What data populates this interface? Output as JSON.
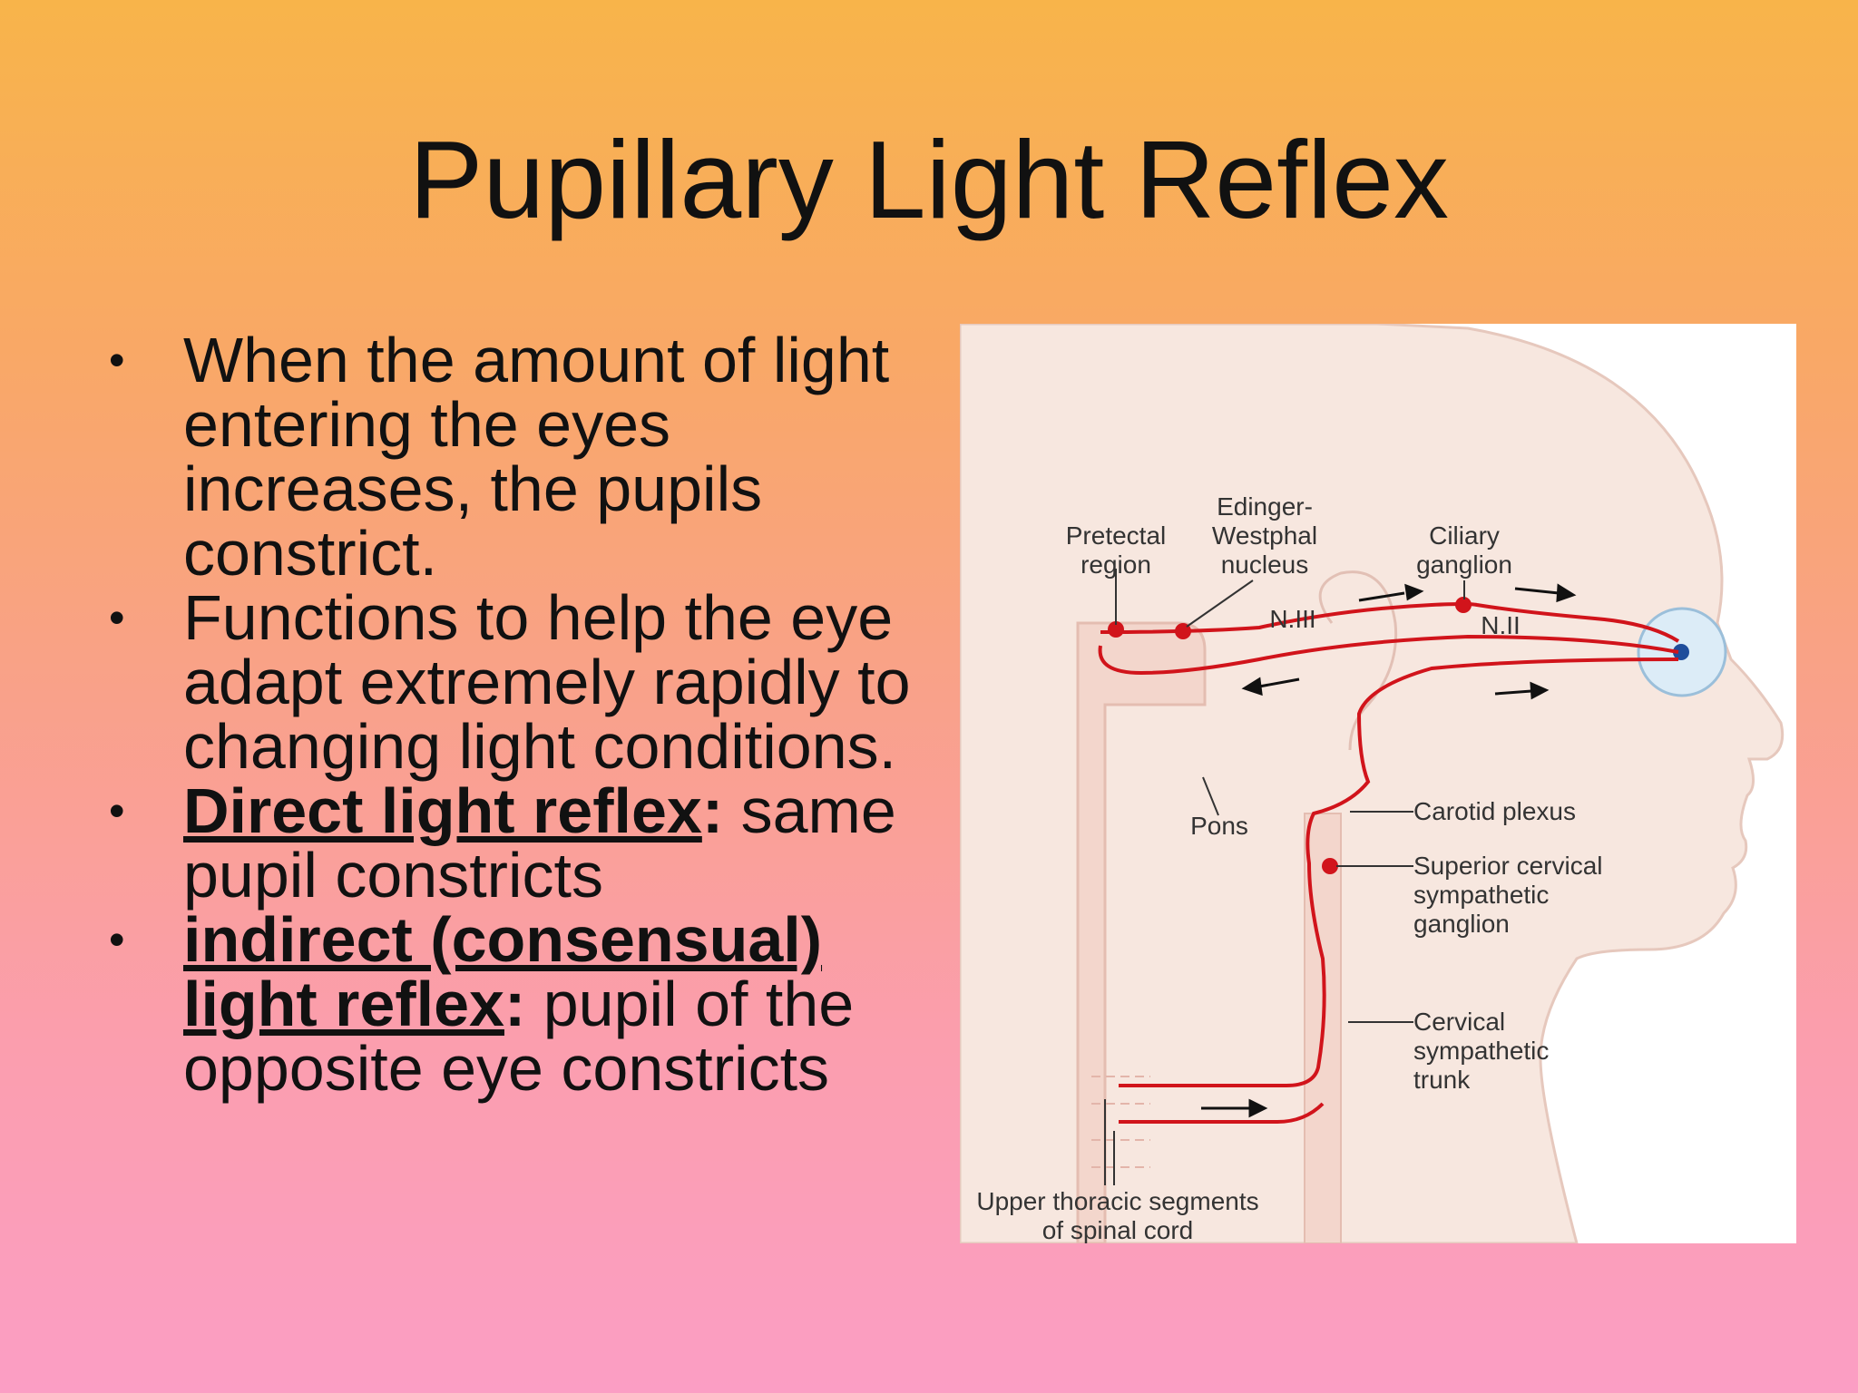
{
  "slide": {
    "title": "Pupillary Light Reflex"
  },
  "bullets": [
    {
      "text": "When the amount of light entering the eyes increases, the pupils constrict."
    },
    {
      "text": "Functions to help the eye adapt extremely rapidly to changing light conditions."
    },
    {
      "term": "Direct light reflex",
      "colon": ":",
      "text": "same pupil constricts"
    },
    {
      "term": "indirect (consensual) light reflex",
      "colon": ":",
      "text": "pupil of the opposite eye constricts"
    }
  ],
  "figure": {
    "labels": {
      "pretectal_1": "Pretectal",
      "pretectal_2": "region",
      "edinger_1": "Edinger-",
      "edinger_2": "Westphal",
      "edinger_3": "nucleus",
      "ciliary_1": "Ciliary",
      "ciliary_2": "ganglion",
      "n3": "N.III",
      "n2": "N.II",
      "pons": "Pons",
      "carotid": "Carotid plexus",
      "scg_1": "Superior cervical",
      "scg_2": "sympathetic",
      "scg_3": "ganglion",
      "cst_1": "Cervical",
      "cst_2": "sympathetic",
      "cst_3": "trunk",
      "spinal_1": "Upper thoracic segments",
      "spinal_2": "of spinal cord"
    },
    "colors": {
      "nerve": "#d1141b",
      "head_fill": "#f6e4dc",
      "head_outline": "#e2c2b8",
      "eye": "#cfe3f1",
      "label": "#333333"
    }
  }
}
